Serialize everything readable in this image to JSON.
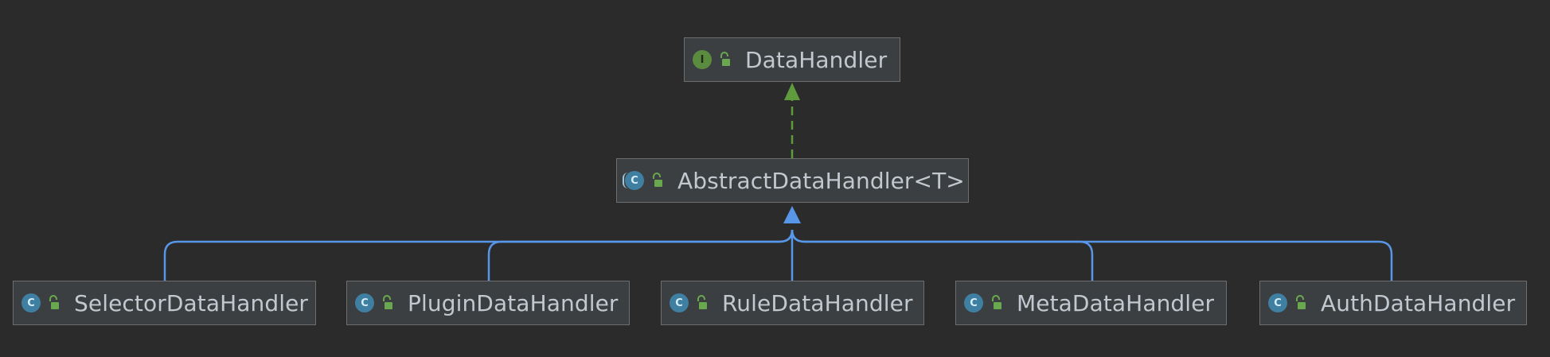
{
  "diagram": {
    "nodes": [
      {
        "id": "data-handler",
        "name": "DataHandler",
        "kind": "interface",
        "kind_glyph": "I",
        "icon": "interface-icon"
      },
      {
        "id": "abstract-data-handler",
        "name": "AbstractDataHandler<T>",
        "kind": "abstract-class",
        "kind_glyph": "C",
        "icon": "abstract-class-icon"
      },
      {
        "id": "selector-data-handler",
        "name": "SelectorDataHandler",
        "kind": "class",
        "kind_glyph": "C",
        "icon": "class-icon"
      },
      {
        "id": "plugin-data-handler",
        "name": "PluginDataHandler",
        "kind": "class",
        "kind_glyph": "C",
        "icon": "class-icon"
      },
      {
        "id": "rule-data-handler",
        "name": "RuleDataHandler",
        "kind": "class",
        "kind_glyph": "C",
        "icon": "class-icon"
      },
      {
        "id": "meta-data-handler",
        "name": "MetaDataHandler",
        "kind": "class",
        "kind_glyph": "C",
        "icon": "class-icon"
      },
      {
        "id": "auth-data-handler",
        "name": "AuthDataHandler",
        "kind": "class",
        "kind_glyph": "C",
        "icon": "class-icon"
      }
    ],
    "edges": [
      {
        "from": "abstract-data-handler",
        "to": "data-handler",
        "type": "implements"
      },
      {
        "from": "selector-data-handler",
        "to": "abstract-data-handler",
        "type": "extends"
      },
      {
        "from": "plugin-data-handler",
        "to": "abstract-data-handler",
        "type": "extends"
      },
      {
        "from": "rule-data-handler",
        "to": "abstract-data-handler",
        "type": "extends"
      },
      {
        "from": "meta-data-handler",
        "to": "abstract-data-handler",
        "type": "extends"
      },
      {
        "from": "auth-data-handler",
        "to": "abstract-data-handler",
        "type": "extends"
      }
    ],
    "colors": {
      "background": "#2b2b2b",
      "node_fill": "#3c3f41",
      "node_border": "#6d6d6d",
      "text": "#c2c8cf",
      "implements": "#5f9a3d",
      "extends": "#5896e8",
      "interface_icon": "#5b8b3f",
      "class_icon": "#3f7fa1",
      "lock_icon": "#6aa84f"
    }
  }
}
